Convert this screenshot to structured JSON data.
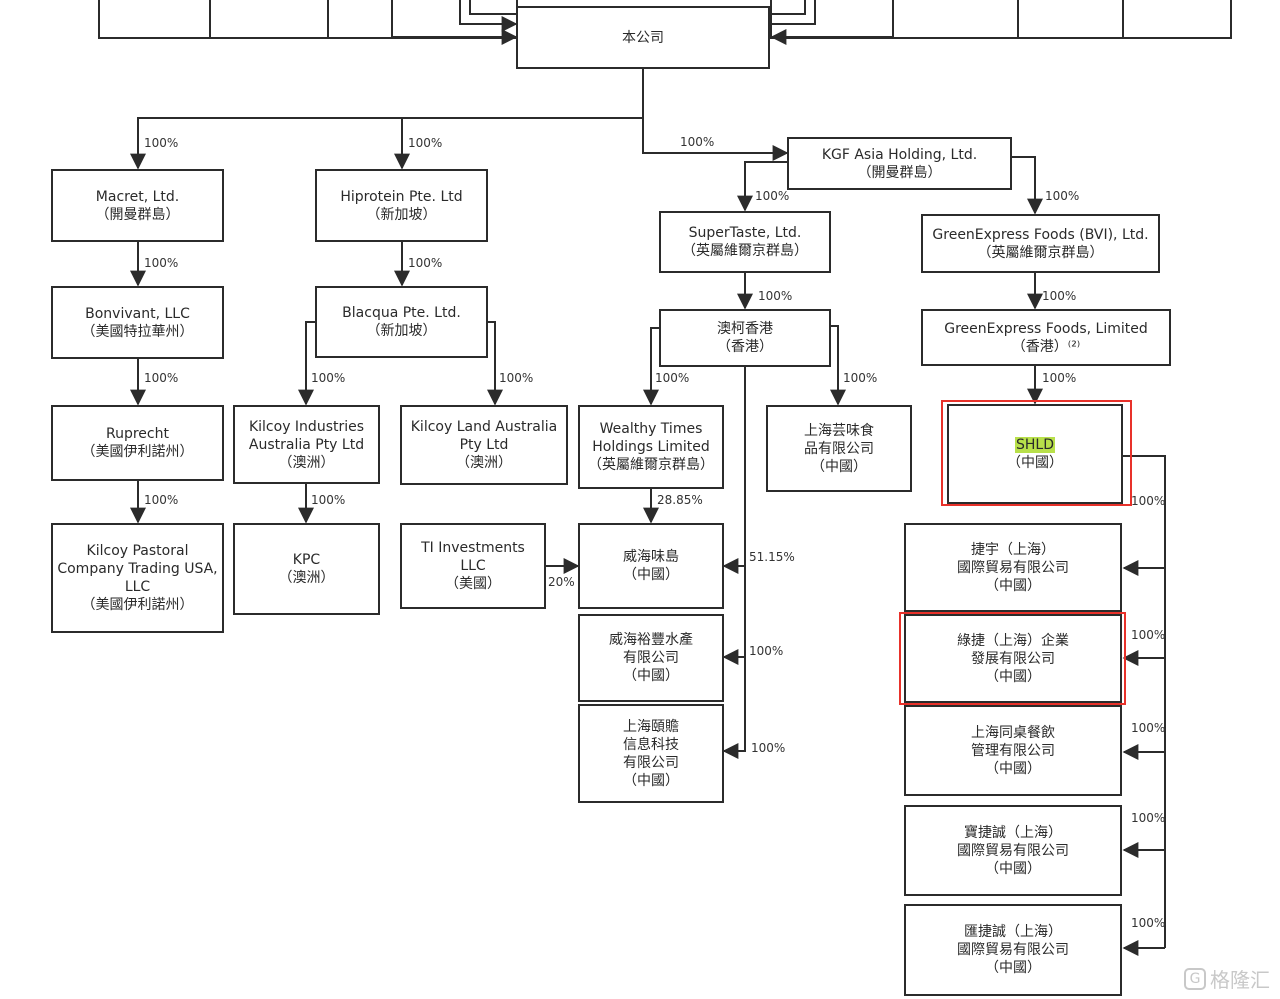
{
  "nodes": {
    "top_left_stub": {
      "lines": []
    },
    "top_right_stub": {
      "lines": []
    },
    "company": {
      "lines": [
        "本公司"
      ]
    },
    "macret": {
      "lines": [
        "Macret, Ltd.",
        "（開曼群島）"
      ]
    },
    "hiprotein": {
      "lines": [
        "Hiprotein Pte. Ltd",
        "（新加坡）"
      ]
    },
    "kgf": {
      "lines": [
        "KGF Asia Holding, Ltd.",
        "（開曼群島）"
      ]
    },
    "supertaste": {
      "lines": [
        "SuperTaste, Ltd.",
        "（英屬維爾京群島）"
      ]
    },
    "greenexpress_bvi": {
      "lines": [
        "GreenExpress Foods (BVI), Ltd.",
        "（英屬維爾京群島）"
      ]
    },
    "bonvivant": {
      "lines": [
        "Bonvivant, LLC",
        "（美國特拉華州）"
      ]
    },
    "blacqua": {
      "lines": [
        "Blacqua Pte. Ltd.",
        "（新加坡）"
      ]
    },
    "aoke": {
      "lines": [
        "澳柯香港",
        "（香港）"
      ]
    },
    "greenexpress_hk": {
      "lines": [
        "GreenExpress Foods, Limited",
        "（香港）⁽²⁾"
      ]
    },
    "ruprecht": {
      "lines": [
        "Ruprecht",
        "（美國伊利諾州）"
      ]
    },
    "kilcoy_ind": {
      "lines": [
        "Kilcoy Industries",
        "Australia Pty Ltd",
        "（澳洲）"
      ]
    },
    "kilcoy_land": {
      "lines": [
        "Kilcoy Land Australia",
        "Pty Ltd",
        "（澳洲）"
      ]
    },
    "wealthy": {
      "lines": [
        "Wealthy Times",
        "Holdings Limited",
        "（英屬維爾京群島）"
      ]
    },
    "shanghai_yunwei": {
      "lines": [
        "上海芸味食",
        "品有限公司",
        "（中國）"
      ]
    },
    "shld": {
      "lines": [
        "SHLD",
        "（中國）"
      ]
    },
    "kilcoy_pastoral": {
      "lines": [
        "Kilcoy Pastoral",
        "Company Trading USA,",
        "LLC",
        "（美國伊利諾州）"
      ]
    },
    "kpc": {
      "lines": [
        "KPC",
        "（澳洲）"
      ]
    },
    "ti": {
      "lines": [
        "TI Investments",
        "LLC",
        "（美國）"
      ]
    },
    "weihai_weidao": {
      "lines": [
        "威海味島",
        "（中國）"
      ]
    },
    "jieyu": {
      "lines": [
        "捷宇（上海）",
        "國際貿易有限公司",
        "（中國）"
      ]
    },
    "weihai_yufeng": {
      "lines": [
        "威海裕豐水產",
        "有限公司",
        "（中國）"
      ]
    },
    "lvjie": {
      "lines": [
        "綠捷（上海）企業",
        "發展有限公司",
        "（中國）"
      ]
    },
    "shanghai_yizhan": {
      "lines": [
        "上海頤贍",
        "信息科技",
        "有限公司",
        "（中國）"
      ]
    },
    "shanghai_tongzhuo": {
      "lines": [
        "上海同桌餐飲",
        "管理有限公司",
        "（中國）"
      ]
    },
    "baojiecheng": {
      "lines": [
        "寶捷誠（上海）",
        "國際貿易有限公司",
        "（中國）"
      ]
    },
    "huijiecheng": {
      "lines": [
        "匯捷誠（上海）",
        "國際貿易有限公司",
        "（中國）"
      ]
    }
  },
  "percentages": {
    "macret": "100%",
    "hiprotein": "100%",
    "kgf": "100%",
    "supertaste": "100%",
    "greenexpress_bvi": "100%",
    "bonvivant": "100%",
    "blacqua": "100%",
    "aoke": "100%",
    "greenexpress_hk": "100%",
    "ruprecht": "100%",
    "kilcoy_ind": "100%",
    "kilcoy_land": "100%",
    "wealthy": "100%",
    "shanghai_yunwei": "100%",
    "shld": "100%",
    "kilcoy_pastoral": "100%",
    "kpc": "100%",
    "weihai_from_wealthy": "28.85%",
    "weihai_from_ti": "20%",
    "weihai_from_aoke": "51.15%",
    "weihai_yufeng": "100%",
    "shanghai_yizhan": "100%",
    "jieyu": "100%",
    "lvjie": "100%",
    "shanghai_tongzhuo": "100%",
    "baojiecheng": "100%",
    "huijiecheng": "100%"
  },
  "highlight_color": "#b8e04a",
  "highlight_box_color": "#e8312a",
  "watermark": {
    "icon": "G",
    "text": "格隆汇"
  }
}
